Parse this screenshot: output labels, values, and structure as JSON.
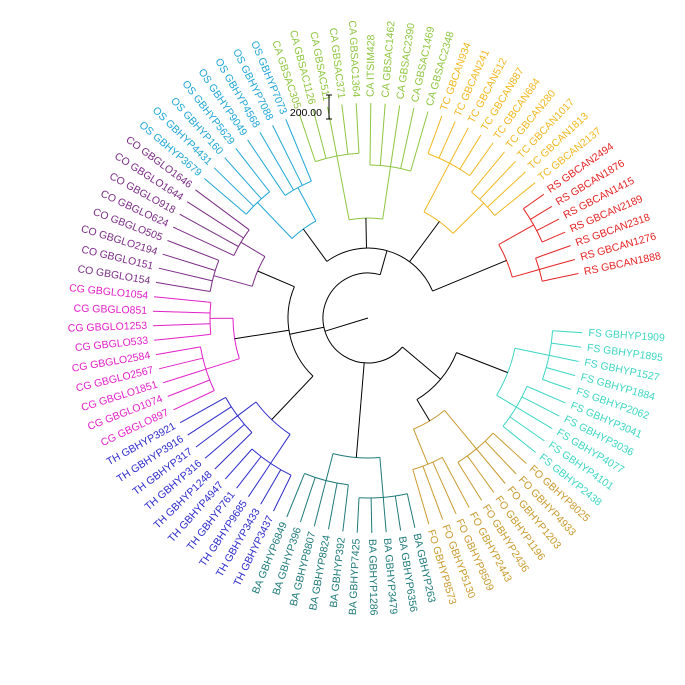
{
  "scale_bar": {
    "label": "200.00",
    "color": "#000000"
  },
  "root_color": "#000000",
  "clades": [
    {
      "id": "FS",
      "color": "#3CD6C4",
      "leaves": [
        "FS GBHYP1909",
        "FS GBHYP1895",
        "FS GBHYP1527",
        "FS GBHYP1884",
        "FS GBHYP2062",
        "FS GBHYP3041",
        "FS GBHYP3036",
        "FS GBHYP4077",
        "FS GBHYP4101",
        "FS GBHYP2438"
      ]
    },
    {
      "id": "FO",
      "color": "#C99A2E",
      "leaves": [
        "FO GBHYP8025",
        "FO GBHYP4933",
        "FO GBHYP1203",
        "FO GBHYP1196",
        "FO GBHYP2436",
        "FO GBHYP2443",
        "FO GBHYP8509",
        "FO GBHYP5130",
        "FO GBHYP8573"
      ]
    },
    {
      "id": "BA",
      "color": "#1F7A7A",
      "leaves": [
        "BA GBHYP263",
        "BA GBHYP6356",
        "BA GBHYP3479",
        "BA GBHYP1286",
        "BA GBHYP7425",
        "BA GBHYP392",
        "BA GBHYP8824",
        "BA GBHYP8807",
        "BA GBHYP396",
        "BA GBHYP6849"
      ]
    },
    {
      "id": "TH",
      "color": "#2A2ACB",
      "leaves": [
        "TH GBHYP3437",
        "TH GBHYP3433",
        "TH GBHYP9685",
        "TH GBHYP761",
        "TH GBHYP4947",
        "TH GBHYP1248",
        "TH GBHYP316",
        "TH GBHYP317",
        "TH GBHYP3916",
        "TH GBHYP3921"
      ]
    },
    {
      "id": "CG",
      "color": "#E21FC8",
      "leaves": [
        "CG GBGLO897",
        "CG GBGLO1074",
        "CG GBGLO1851",
        "CG GBGLO2567",
        "CG GBGLO2584",
        "CG GBGLO533",
        "CG GBGLO1253",
        "CG GBGLO851",
        "CG GBGLO1054"
      ]
    },
    {
      "id": "CO",
      "color": "#7B2B86",
      "leaves": [
        "CO GBGLO154",
        "CO GBGLO151",
        "CO GBGLO2194",
        "CO GBGLO505",
        "CO GBGLO624",
        "CO GBGLO918",
        "CO GBGLO1644",
        "CO GBGLO1646"
      ]
    },
    {
      "id": "OS",
      "color": "#1EA6D6",
      "leaves": [
        "OS GBHYP3679",
        "OS GBHYP4431",
        "OS GBHYP160",
        "OS GBHYP5629",
        "OS GBHYP9049",
        "OS GBHYP4568",
        "OS GBHYP7088",
        "OS GBHYP7073"
      ]
    },
    {
      "id": "CA",
      "color": "#8DC63F",
      "leaves": [
        "CA GBSAC305",
        "CA GBSAC1126",
        "CA GBSAC511",
        "CA GBSAC371",
        "CA GBSAC1364",
        "CA ITSIM428",
        "CA GBSAC1462",
        "CA GBSAC2390",
        "CA GBSAC1469",
        "CA GBSAC2348"
      ]
    },
    {
      "id": "TC",
      "color": "#F2B81F",
      "leaves": [
        "TC GBCAN934",
        "TC GBCAN241",
        "TC GBCAN512",
        "TC GBCAN887",
        "TC GBCAN684",
        "TC GBCAN280",
        "TC GBCAN1017",
        "TC GBCAN1813",
        "TC GBCAN2137"
      ]
    },
    {
      "id": "RS",
      "color": "#E52222",
      "leaves": [
        "RS GBCAN2494",
        "RS GBCAN1876",
        "RS GBCAN1415",
        "RS GBCAN2189",
        "RS GBCAN2318",
        "RS GBCAN1276",
        "RS GBCAN1888"
      ]
    }
  ]
}
